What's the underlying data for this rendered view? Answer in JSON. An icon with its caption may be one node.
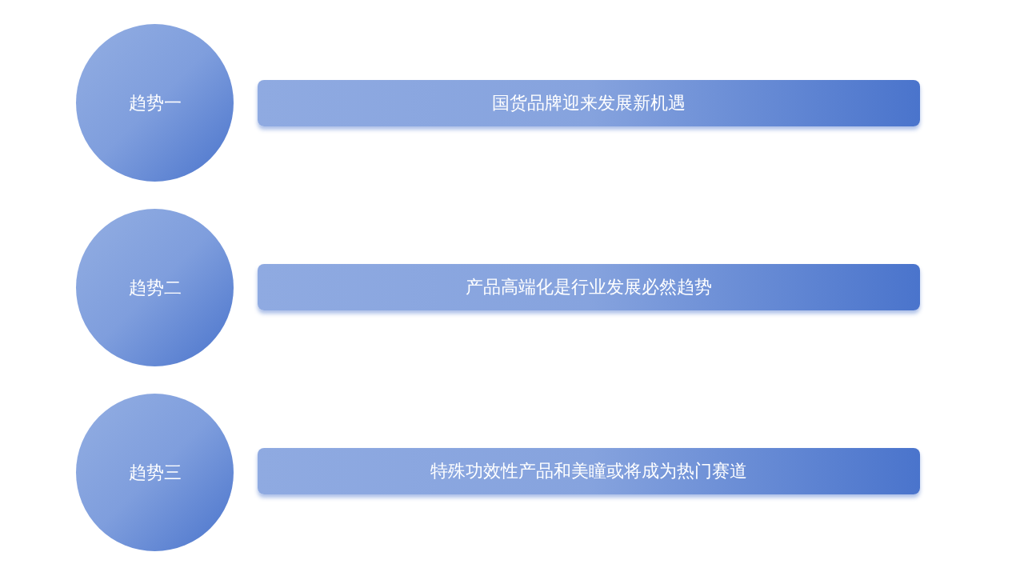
{
  "diagram": {
    "nodes": [
      {
        "text": [
          "趋势一"
        ]
      },
      {
        "text": [
          "国货品牌迎来发展新机遇"
        ]
      },
      {
        "text": [
          "趋势二"
        ]
      },
      {
        "text": [
          "产品高端化是行业发展必然趋势"
        ]
      },
      {
        "text": [
          "趋势三"
        ]
      },
      {
        "text": [
          "特殊功效性产品和美瞳或将成为热门赛道"
        ]
      }
    ]
  }
}
